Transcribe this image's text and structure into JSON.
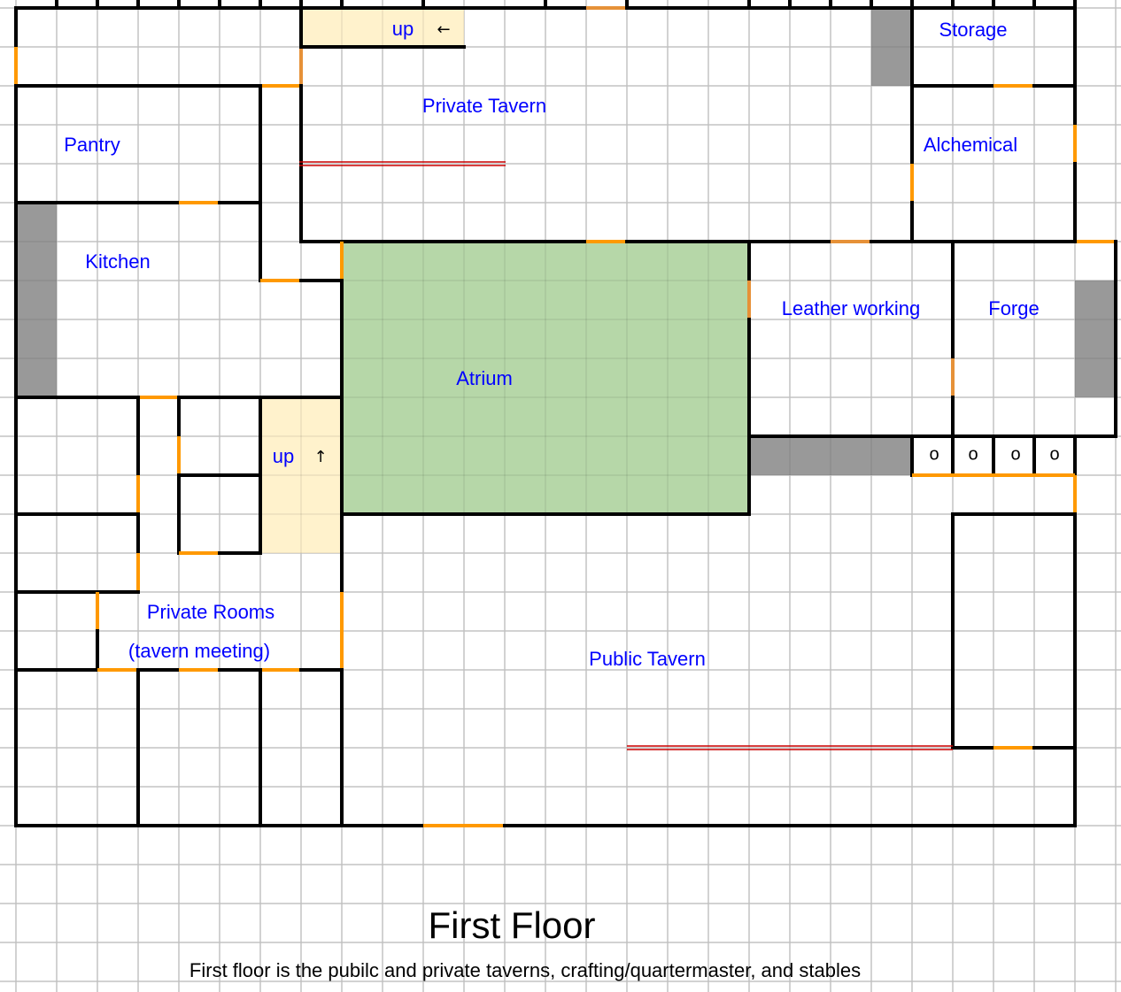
{
  "title": "First Floor",
  "subtitle": "First floor is the pubilc and private taverns, crafting/quartermaster, and stables",
  "rooms": {
    "storage": "Storage",
    "private_tavern": "Private Tavern",
    "pantry": "Pantry",
    "alchemical": "Alchemical",
    "kitchen": "Kitchen",
    "leather_working": "Leather working",
    "forge": "Forge",
    "atrium": "Atrium",
    "private_rooms": "Private Rooms",
    "private_rooms_note": "(tavern meeting)",
    "public_tavern": "Public Tavern"
  },
  "stairs": [
    {
      "label": "up",
      "arrow": "←"
    },
    {
      "label": "up",
      "arrow": "↑"
    }
  ],
  "stalls": [
    "o",
    "o",
    "o",
    "o"
  ],
  "colors": {
    "wall": "#000000",
    "door": "#ff9900",
    "door_alt": "#e69138",
    "atrium": "#b6d7a8",
    "stairs": "#fff2cc",
    "fixture": "#999999",
    "label": "#0000ff",
    "grid": "#e0e0e0",
    "barrier": "#cc0000"
  }
}
